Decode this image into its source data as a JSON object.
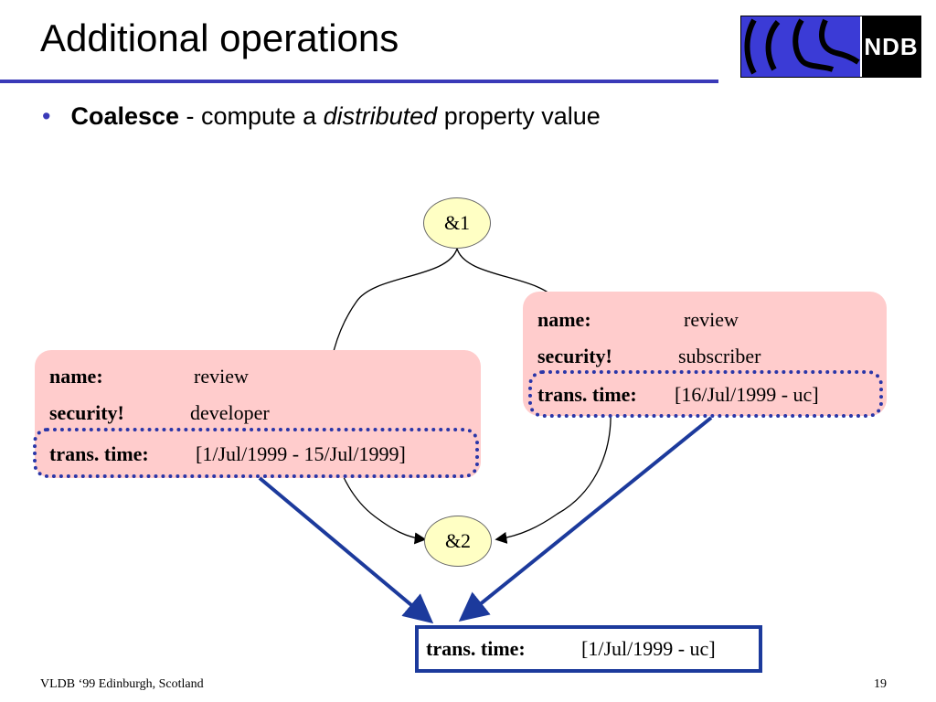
{
  "slide": {
    "title": "Additional operations",
    "logo_text": "NDB",
    "bullet": {
      "term": "Coalesce",
      "text_before": " - compute a ",
      "emphasis": "distributed",
      "text_after": " property value"
    },
    "page_number": "19",
    "footer": "VLDB ‘99 Edinburgh, Scotland"
  },
  "diagram": {
    "nodes": [
      {
        "id": "n1",
        "label": "&1"
      },
      {
        "id": "n2",
        "label": "&2"
      }
    ],
    "left_record": {
      "name_label": "name:",
      "name_value": "review",
      "security_label": "security!",
      "security_value": "developer",
      "time_label": "trans. time:",
      "time_value": "[1/Jul/1999 - 15/Jul/1999]"
    },
    "right_record": {
      "name_label": "name:",
      "name_value": "review",
      "security_label": "security!",
      "security_value": "subscriber",
      "time_label": "trans. time:",
      "time_value": "[16/Jul/1999 - uc]"
    },
    "result": {
      "time_label": "trans. time:",
      "time_value": "[1/Jul/1999 - uc]"
    },
    "colors": {
      "title_rule": "#3a3ab8",
      "panel_fill": "#ffcccc",
      "node_fill": "#ffffc4",
      "highlight": "#2a36a8",
      "arrow": "#1c3a9c"
    }
  }
}
